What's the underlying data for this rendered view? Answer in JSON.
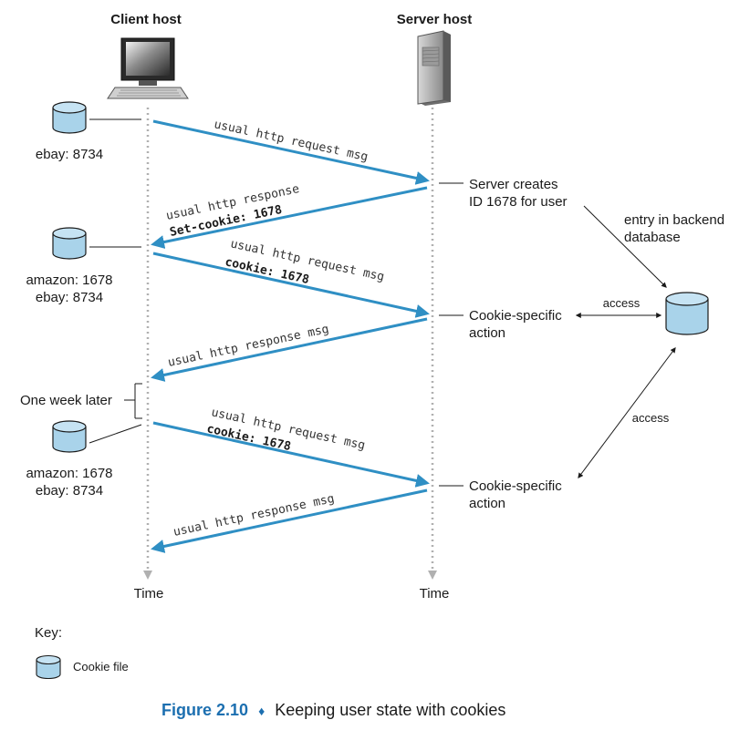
{
  "headers": {
    "client": "Client host",
    "server": "Server host"
  },
  "time_labels": {
    "client": "Time",
    "server": "Time"
  },
  "client_cookies": {
    "first": "ebay: 8734",
    "second_line1": "amazon: 1678",
    "second_line2": "ebay: 8734",
    "third_line1": "amazon: 1678",
    "third_line2": "ebay: 8734"
  },
  "one_week_later": "One week later",
  "messages": {
    "m1": "usual http request msg",
    "m2_line1": "usual http response",
    "m2_line2": "Set-cookie: 1678",
    "m3_line1": "usual http request msg",
    "m3_line2": "cookie: 1678",
    "m4": "usual http response msg",
    "m5_line1": "usual http request msg",
    "m5_line2": "cookie: 1678",
    "m6": "usual http response msg"
  },
  "server_notes": {
    "creates_line1": "Server creates",
    "creates_line2": "ID 1678 for user",
    "action1_line1": "Cookie-specific",
    "action1_line2": "action",
    "action2_line1": "Cookie-specific",
    "action2_line2": "action"
  },
  "database": {
    "entry_line1": "entry in backend",
    "entry_line2": "database",
    "access1": "access",
    "access2": "access"
  },
  "key": {
    "title": "Key:",
    "cookie_file": "Cookie file"
  },
  "caption": {
    "figure": "Figure 2.10",
    "separator": "♦",
    "text": "Keeping user state with cookies"
  },
  "colors": {
    "arrow": "#2f8fc4",
    "cylinder_fill": "#a9d3ea",
    "cylinder_stroke": "#1a1a1a",
    "timeline": "#b0b0b0",
    "caption_blue": "#1c6fb0"
  }
}
